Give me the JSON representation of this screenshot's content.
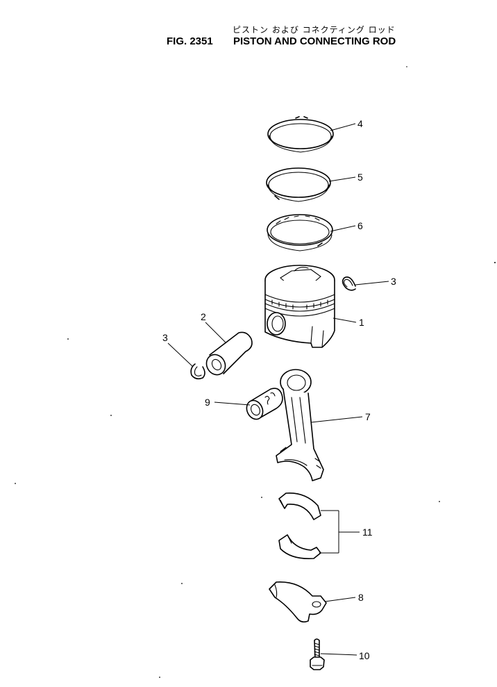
{
  "header": {
    "title_jp": "ピストン および コネクティング ロッド",
    "figure_number": "FIG. 2351",
    "title": "PISTON AND CONNECTING ROD"
  },
  "callouts": [
    {
      "id": "4"
    },
    {
      "id": "5"
    },
    {
      "id": "6"
    },
    {
      "id": "3"
    },
    {
      "id": "1"
    },
    {
      "id": "2"
    },
    {
      "id": "3"
    },
    {
      "id": "9"
    },
    {
      "id": "7"
    },
    {
      "id": "11"
    },
    {
      "id": "8"
    },
    {
      "id": "10"
    }
  ]
}
